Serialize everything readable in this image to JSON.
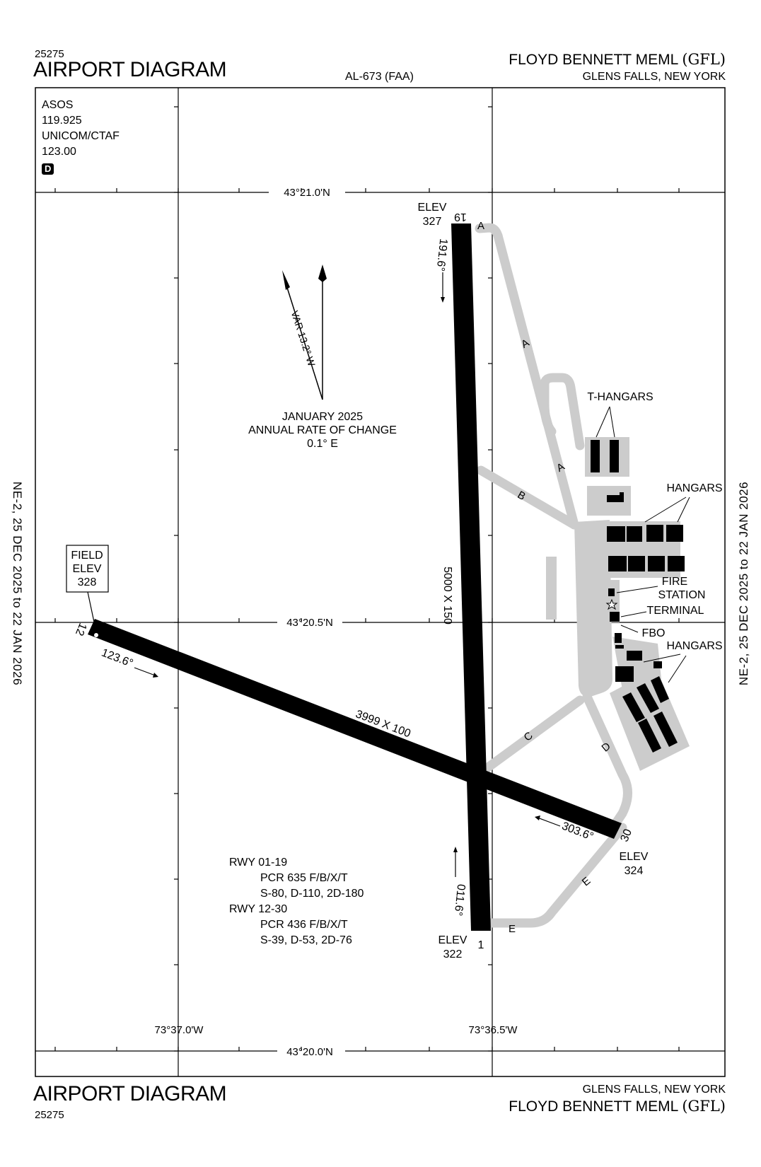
{
  "header": {
    "chart_id": "25275",
    "title": "AIRPORT DIAGRAM",
    "procedure_id": "AL-673 (FAA)",
    "airport_name": "FLOYD BENNETT MEML",
    "airport_ident": "(GFL)",
    "city_state": "GLENS FALLS, NEW YORK"
  },
  "footer": {
    "chart_id": "25275",
    "title": "AIRPORT DIAGRAM",
    "airport_name": "FLOYD BENNETT MEML",
    "airport_ident": "(GFL)",
    "city_state": "GLENS FALLS, NEW YORK"
  },
  "comms": {
    "asos_label": "ASOS",
    "asos_freq": "119.925",
    "unicom_label": "UNICOM/CTAF",
    "unicom_freq": "123.00",
    "d_badge": "D"
  },
  "side_text": {
    "left": "NE-2,  25 DEC 2025  to  22 JAN 2026",
    "right": "NE-2,  25 DEC 2025  to  22 JAN 2026"
  },
  "grid": {
    "lat_top": "43°21.0'N",
    "lat_mid": "43°20.5'N",
    "lat_bottom": "43°20.0'N",
    "lon_left": "73°37.0'W",
    "lon_right": "73°36.5'W"
  },
  "magnetic": {
    "var_label": "VAR 13.2° W",
    "date": "JANUARY 2025",
    "rate_label": "ANNUAL RATE OF CHANGE",
    "rate_value": "0.1° E"
  },
  "runways": [
    {
      "name": "01-19",
      "dimensions": "5000 X 150",
      "end_labels": [
        "1",
        "19"
      ],
      "headings": [
        "011.6°",
        "191.6°"
      ],
      "elevations": [
        {
          "label": "ELEV",
          "value": "322"
        },
        {
          "label": "ELEV",
          "value": "327"
        }
      ]
    },
    {
      "name": "12-30",
      "dimensions": "3999 X 100",
      "end_labels": [
        "12",
        "30"
      ],
      "headings": [
        "123.6°",
        "303.6°"
      ],
      "elevations": [
        {
          "label": "ELEV",
          "value": "324"
        }
      ]
    }
  ],
  "field_elev": {
    "line1": "FIELD",
    "line2": "ELEV",
    "value": "328"
  },
  "taxiways": [
    "A",
    "A",
    "A",
    "B",
    "C",
    "D",
    "E",
    "E"
  ],
  "facilities": {
    "t_hangars": "T-HANGARS",
    "hangars_1": "HANGARS",
    "fire_line1": "FIRE",
    "fire_line2": "STATION",
    "terminal": "TERMINAL",
    "fbo": "FBO",
    "hangars_2": "HANGARS"
  },
  "pcr": [
    "RWY 01-19",
    "PCR 635 F/B/X/T",
    "S-80, D-110, 2D-180",
    "RWY 12-30",
    "PCR 436 F/B/X/T",
    "S-39, D-53, 2D-76"
  ],
  "colors": {
    "runway": "#000000",
    "taxiway": "#cccccc",
    "apron": "#cccccc",
    "grid": "#000000"
  }
}
